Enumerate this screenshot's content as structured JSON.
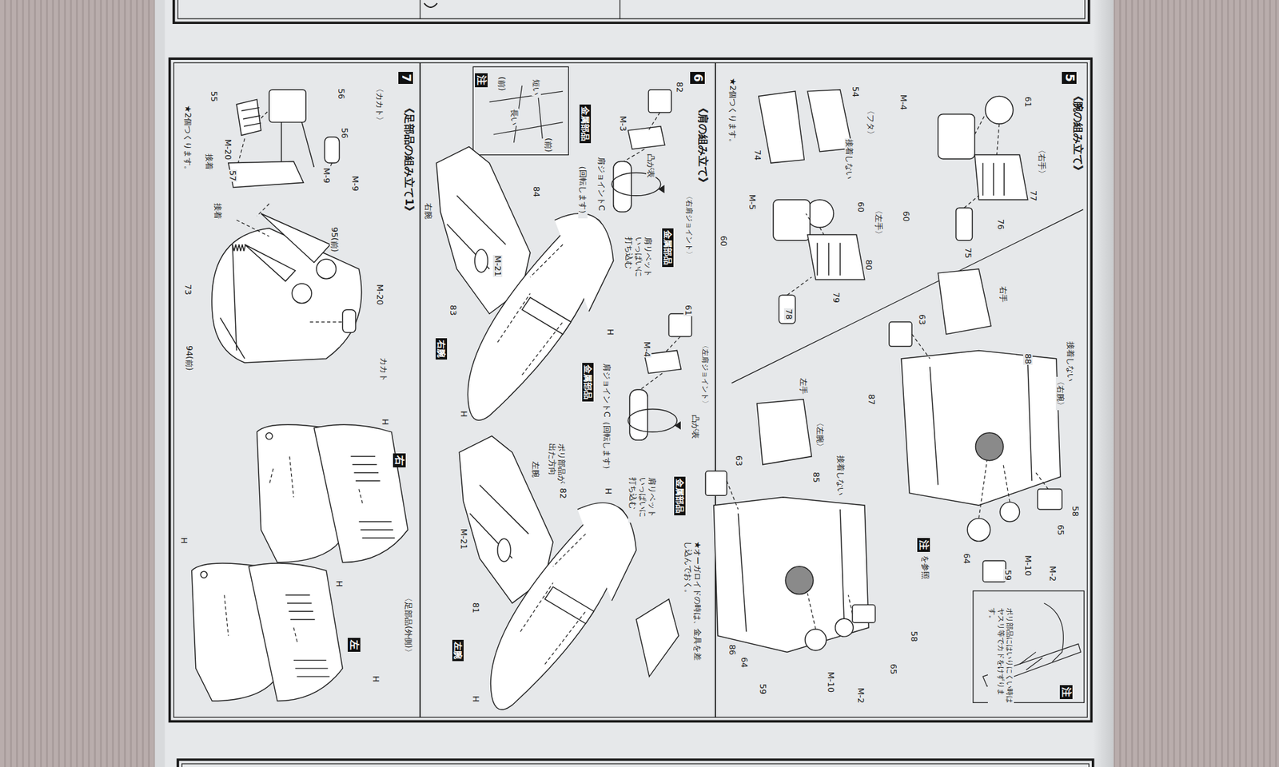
{
  "diagram": {
    "nodes": [
      {
        "text": [
          "5"
        ]
      },
      {
        "text": [
          "注"
        ]
      },
      {
        "text": [
          "注"
        ]
      },
      {
        "text": [
          "6"
        ]
      },
      {
        "text": [
          "金属部品"
        ]
      },
      {
        "text": [
          "金属部品"
        ]
      },
      {
        "text": [
          "注"
        ]
      },
      {
        "text": [
          "右腕"
        ]
      },
      {
        "text": [
          "金属部品"
        ]
      },
      {
        "text": [
          "金属部品"
        ]
      },
      {
        "text": [
          "左腕"
        ]
      },
      {
        "text": [
          "7"
        ]
      },
      {
        "text": [
          "右"
        ]
      },
      {
        "text": [
          "左"
        ]
      }
    ],
    "labels": [
      "《腕の組み立て》",
      "〈右手〉",
      "M-4",
      "61",
      "77",
      "76",
      "75",
      "60",
      "〈フタ〉",
      "54",
      "接着しない",
      "74",
      "★2個つくります。",
      "〈左手〉",
      "M-5",
      "60",
      "60",
      "80",
      "79",
      "78",
      "右手",
      "〈右腕〉",
      "接着しない",
      "63",
      "88",
      "87",
      "を参照",
      "58",
      "65",
      "M-2",
      "M-10",
      "59",
      "64",
      "左手",
      "〈左腕〉",
      "接着しない",
      "85",
      "63",
      "58",
      "65",
      "M-2",
      "M-10",
      "59",
      "64",
      "86",
      "★オーガロイドの時は、金具を差し込んでおく。",
      "ポリ部品にはいりにくい時はヤスリ等でカドをけずります。",
      "《肩の組み立て》",
      "82",
      "M-3",
      "凸が表",
      "肩ジョイントC",
      "（回転します）",
      "〈右肩ジョイント〉",
      "肩リベット いっぱいに 打ち込む",
      "(前)",
      "短い",
      "長い",
      "(前)",
      "84",
      "右腕",
      "M-21",
      "83",
      "H",
      "H",
      "〈左肩ジョイント〉",
      "61",
      "M-4",
      "凸が表",
      "肩ジョイントC（回転します）",
      "肩リベット いっぱいに 打ち込む",
      "ポリ部品が 出た方向",
      "左腕",
      "M-21",
      "82",
      "H",
      "81",
      "H",
      "《足部品の組み立て1》",
      "〈カカト〉",
      "56",
      "55",
      "56",
      "M-9",
      "M-9",
      "M-20",
      "接着",
      "57",
      "★2個つくります。",
      "接着",
      "95(前)",
      "M-20",
      "73",
      "94(前)",
      "カカト",
      "〈足部品(外側)〉",
      "H",
      "H",
      "H",
      "H"
    ]
  }
}
